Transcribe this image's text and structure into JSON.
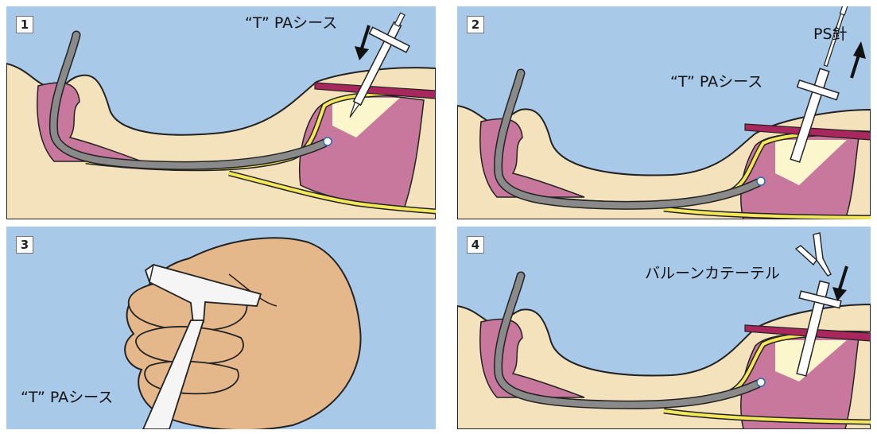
{
  "panels": [
    {
      "number": "1",
      "labels": {
        "sheath": "“T” PAシース"
      }
    },
    {
      "number": "2",
      "labels": {
        "needle": "PS針",
        "sheath": "“T” PAシース"
      }
    },
    {
      "number": "3",
      "labels": {
        "sheath": "“T” PAシース"
      }
    },
    {
      "number": "4",
      "labels": {
        "catheter": "バルーンカテーテル"
      }
    }
  ],
  "colors": {
    "background_blue": "#a9c9e9",
    "skin": "#f4e2bc",
    "muscle": "#c8789c",
    "membrane": "#f4e85a",
    "outline": "#222222",
    "scope": "#8a8a8a",
    "band": "#a8285e",
    "hand": "#e5b88c"
  },
  "icons": {
    "arrow_down": "down-arrow-icon",
    "arrow_up": "up-arrow-icon"
  }
}
